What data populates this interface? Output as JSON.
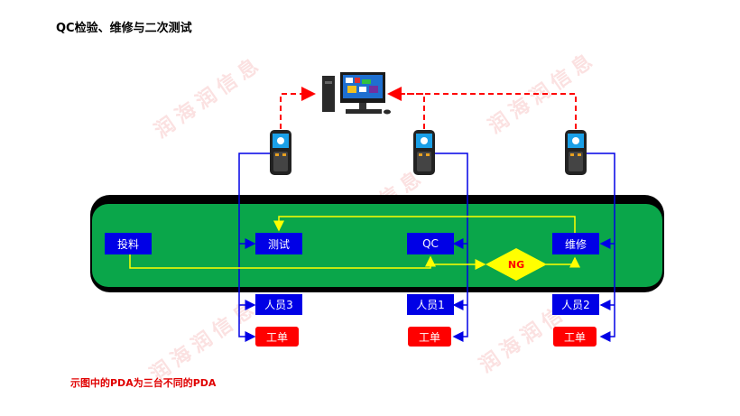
{
  "title": "QC检验、维修与二次测试",
  "note": "示图中的PDA为三台不同的PDA",
  "watermark": "润海润信息",
  "colors": {
    "belt_outer": "#000000",
    "belt_inner": "#0aa64a",
    "process_box": "#0000e6",
    "work_order": "#ff0000",
    "ng_diamond": "#ffff00",
    "ng_text": "#ff0000",
    "network_line": "#ff0000",
    "pda_line": "#0000e6",
    "flow_line": "#ffff00"
  },
  "nodes": {
    "feed": "投料",
    "test": "测试",
    "qc": "QC",
    "repair": "维修",
    "ng": "NG",
    "staff3": "人员3",
    "staff1": "人员1",
    "staff2": "人员2",
    "work_order_label": "工单"
  },
  "icons": {
    "computer": "desktop-computer-icon",
    "pda": "handheld-pda-icon"
  }
}
